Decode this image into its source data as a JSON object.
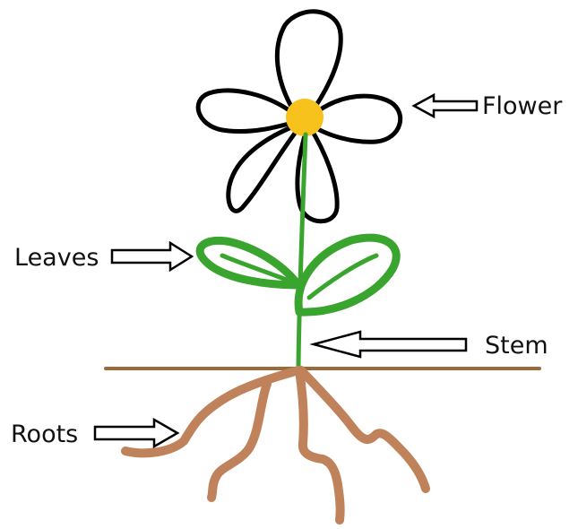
{
  "labels": {
    "flower": "Flower",
    "leaves": "Leaves",
    "stem": "Stem",
    "roots": "Roots"
  },
  "colors": {
    "petal_outline": "#000000",
    "flower_center": "#f7c21b",
    "stem": "#3aa52e",
    "leaf": "#3aa52e",
    "ground": "#9c6a3a",
    "roots": "#c0825a",
    "arrow_outline": "#000000",
    "text": "#111111"
  }
}
